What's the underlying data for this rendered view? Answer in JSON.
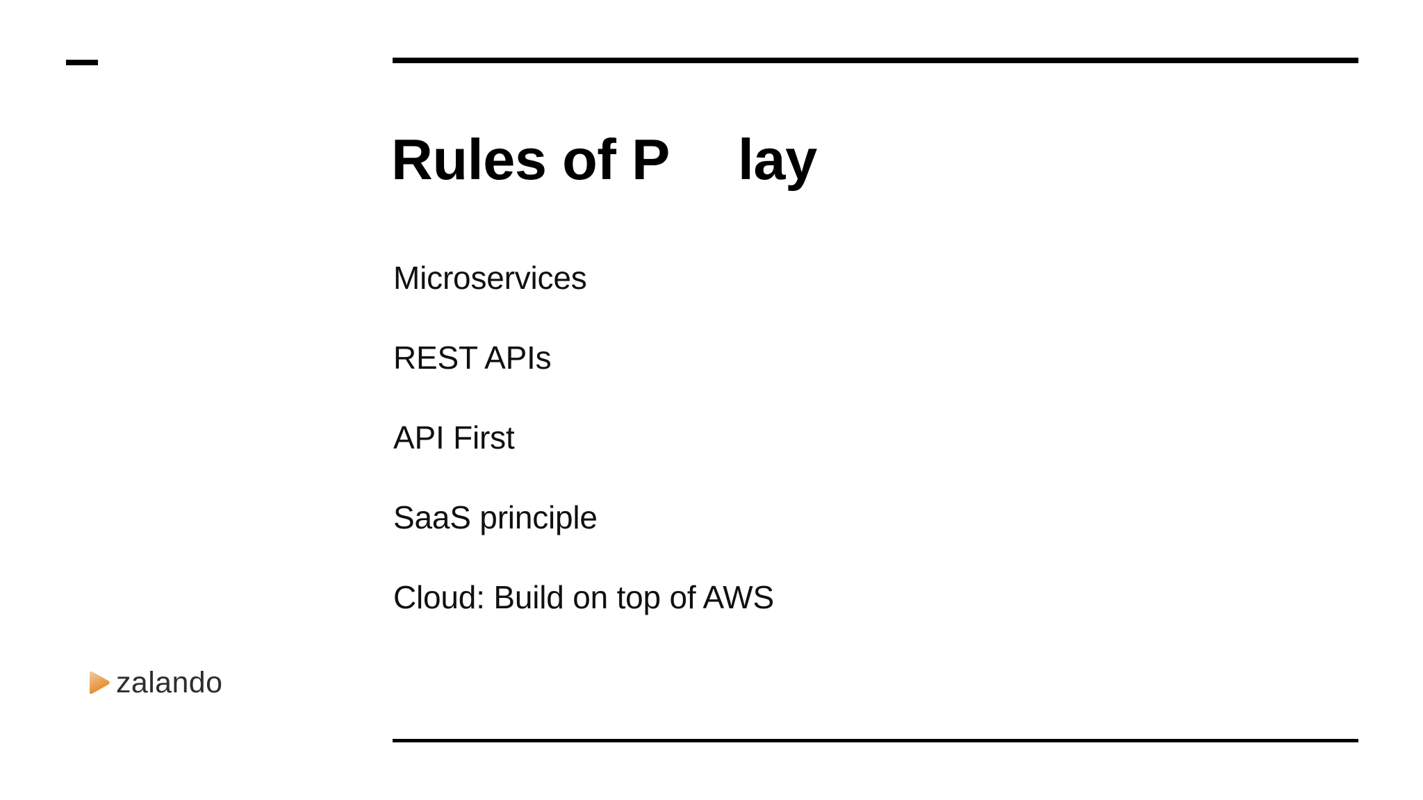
{
  "slide": {
    "background_color": "#ffffff",
    "corner_mark": "—",
    "title": {
      "text_before_gap": "Rules of P",
      "text_after_gap": "lay",
      "full_text": "Rules of P    lay",
      "color": "#000000"
    },
    "rules": {
      "top_color": "#000000",
      "bottom_color": "#000000"
    },
    "bullets": [
      {
        "label": "Microservices"
      },
      {
        "label": "REST APIs"
      },
      {
        "label": "API First"
      },
      {
        "label": "SaaS principle"
      },
      {
        "label": "Cloud: Build on top of AWS"
      }
    ],
    "logo": {
      "wordmark": "zalando",
      "mark_icon": "zalando-triangle-icon",
      "mark_color_light": "#ecc08d",
      "mark_color_dark": "#e8882c",
      "wordmark_color": "#2e2e2e"
    }
  }
}
